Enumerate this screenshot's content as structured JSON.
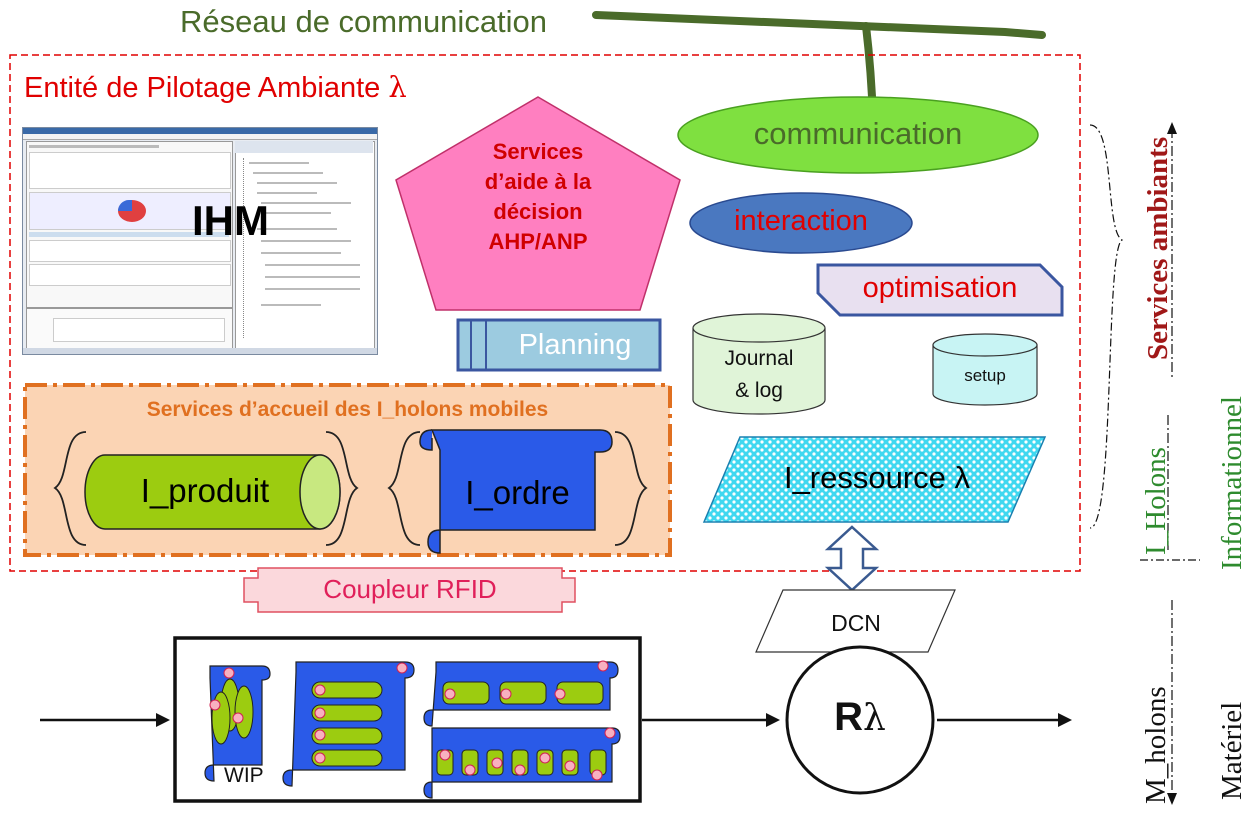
{
  "network": {
    "label": "Réseau de communication"
  },
  "entity": {
    "title": "Entité de Pilotage Ambiante",
    "lambda": "λ"
  },
  "ihm": {
    "label": "IHM"
  },
  "decision": {
    "label_line1": "Services",
    "label_line2": "d’aide à la",
    "label_line3": "décision",
    "label_line4": "AHP/ANP"
  },
  "services": {
    "communication": "communication",
    "interaction": "interaction",
    "optimisation": "optimisation",
    "planning": "Planning",
    "journal_line1": "Journal",
    "journal_line2": "& log",
    "setup": "setup"
  },
  "accueil": {
    "title": "Services d’accueil des I_holons mobiles",
    "produit": "I_produit",
    "ordre": "I_ordre"
  },
  "ressource": {
    "label": "I_ressource λ"
  },
  "rfid": {
    "label": "Coupleur RFID"
  },
  "physical": {
    "dcn": "DCN",
    "wip": "WIP",
    "resource_r": "R",
    "resource_lambda": "λ"
  },
  "side_labels": {
    "services_ambiants": "Services ambiants",
    "i_holons": "I_Holons",
    "informationnel": "Informationnel",
    "m_holons": "M_holons",
    "materiel": "Matériel"
  },
  "colors": {
    "network_green": "#4a6b2a",
    "title_red": "#e00000",
    "accueil_orange": "#e07020",
    "bar_dark_red": "#a01818",
    "label_green": "#2e8b2e",
    "pink_pentagon": "#ff7fc0",
    "green_ellipse": "#7fe040",
    "blue_ellipse": "#4a78c0",
    "lavender": "#e8e0f0",
    "lime_cylinder": "#9ccc10",
    "blue_scroll": "#2a5ae8",
    "cyan_pattern": "#40d8f0"
  }
}
